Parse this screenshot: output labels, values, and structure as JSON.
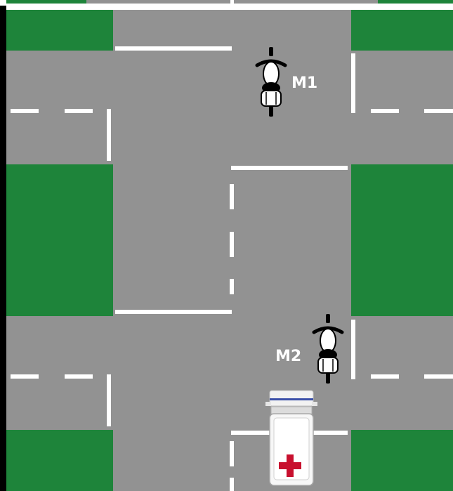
{
  "scene": {
    "description_free": true,
    "colors": {
      "road": "#929292",
      "grass": "#1e843a",
      "marking": "#ffffff",
      "frame": "#000000",
      "ambulance_cross": "#c8102e",
      "ambulance_lights": "#3a4fa8"
    },
    "vehicles": {
      "m1": {
        "label": "M1",
        "type": "motorcycle-icon",
        "heading": "up"
      },
      "m2": {
        "label": "M2",
        "type": "motorcycle-icon",
        "heading": "up"
      },
      "ambulance": {
        "type": "ambulance-icon",
        "heading": "up"
      }
    }
  }
}
